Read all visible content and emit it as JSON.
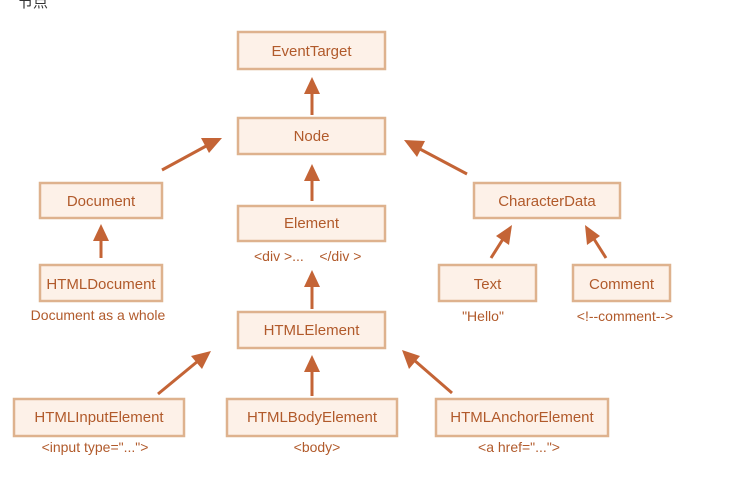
{
  "header_clip": "节点",
  "nodes": {
    "event_target": "EventTarget",
    "node": "Node",
    "document": "Document",
    "element": "Element",
    "character_data": "CharacterData",
    "html_document": "HTMLDocument",
    "text": "Text",
    "comment": "Comment",
    "html_element": "HTMLElement",
    "html_input_element": "HTMLInputElement",
    "html_body_element": "HTMLBodyElement",
    "html_anchor_element": "HTMLAnchorElement"
  },
  "captions": {
    "element": "<div >...    </div >",
    "html_document": "Document as a whole",
    "text": "\"Hello\"",
    "comment": "<!--comment-->",
    "html_input_element": "<input type=\"...\">",
    "html_body_element": "<body>",
    "html_anchor_element": "<a href=\"...\">"
  },
  "colors": {
    "box_fill": "#fdf1e8",
    "box_border": "#deb28e",
    "text": "#b15a2b",
    "arrow": "#c46436"
  }
}
